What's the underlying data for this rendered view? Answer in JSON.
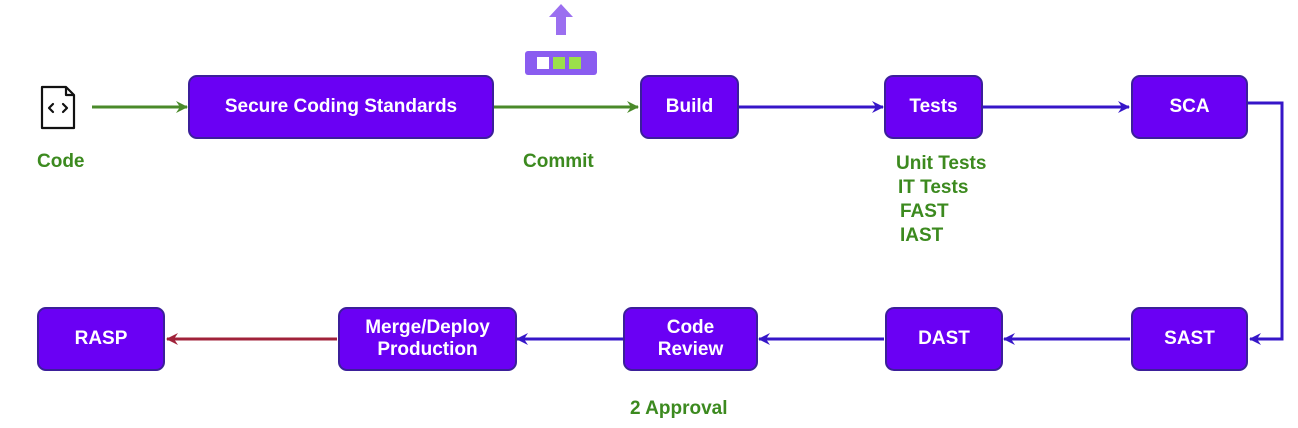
{
  "colors": {
    "box_fill": "#6a00f4",
    "box_border": "#3b1f9a",
    "box_text": "#ffffff",
    "label_green": "#3c8a1f",
    "arrow_green": "#4a8a2a",
    "arrow_blue": "#3616c8",
    "arrow_red": "#a0223a",
    "commit_icon_purple": "#9b6ff0",
    "commit_icon_green": "#9be04a"
  },
  "nodes": {
    "secure_coding": "Secure Coding Standards",
    "build": "Build",
    "tests": "Tests",
    "sca": "SCA",
    "sast": "SAST",
    "dast": "DAST",
    "code_review": "Code\nReview",
    "merge_deploy": "Merge/Deploy\nProduction",
    "rasp": "RASP"
  },
  "labels": {
    "code": "Code",
    "commit": "Commit",
    "approval": "2 Approval",
    "test_types": [
      "Unit Tests",
      "IT Tests",
      "FAST",
      "IAST"
    ]
  },
  "icons": {
    "code_file": "code-file-icon",
    "commit": "commit-upload-icon"
  }
}
